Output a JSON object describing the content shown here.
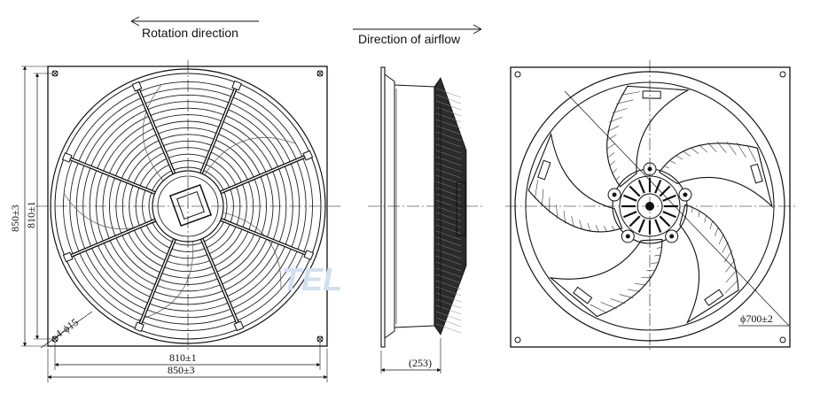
{
  "labels": {
    "rotation": "Rotation direction",
    "airflow": "Direction of airflow"
  },
  "dimensions": {
    "height_outer": "850±3",
    "height_inner": "810±1",
    "width_inner": "810±1",
    "width_outer": "850±3",
    "hole": "4-ϕ15",
    "depth": "(253)",
    "diameter": "ϕ700±2"
  },
  "watermark": "TEL",
  "fan": {
    "guard_rings": 14,
    "front_spokes": 8,
    "rear_blades": 5,
    "hub_fins": 16
  },
  "colors": {
    "line": "#111111",
    "watermark": "#cfe0f3"
  }
}
